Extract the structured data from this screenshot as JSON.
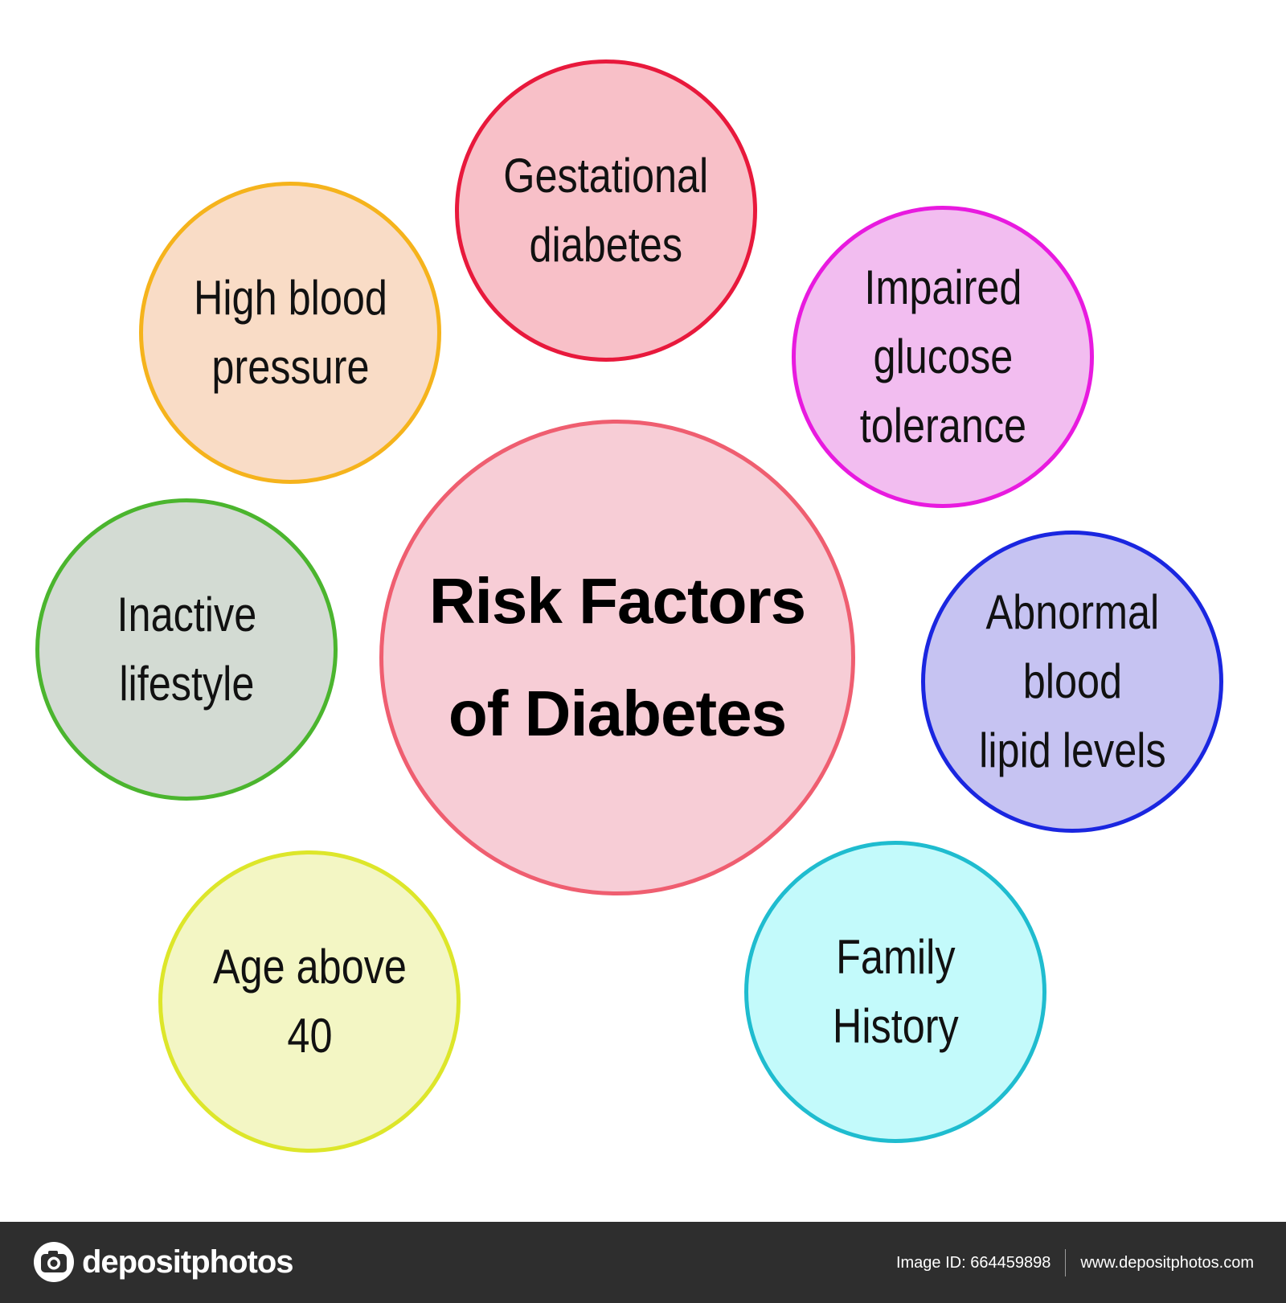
{
  "diagram": {
    "center": {
      "lines": [
        "Risk Factors",
        "of Diabetes"
      ],
      "fill": "#f7cdd6",
      "stroke": "#ef5e70"
    },
    "factors": [
      {
        "id": "gestational",
        "lines": [
          "Gestational",
          "diabetes"
        ],
        "fill": "#f8c0c8",
        "stroke": "#e8193c"
      },
      {
        "id": "high-blood-pressure",
        "lines": [
          "High blood",
          "pressure"
        ],
        "fill": "#f9dcc6",
        "stroke": "#f5b31c"
      },
      {
        "id": "impaired-glucose",
        "lines": [
          "Impaired",
          "glucose",
          "tolerance"
        ],
        "fill": "#f2bdf0",
        "stroke": "#e81adf"
      },
      {
        "id": "inactive-lifestyle",
        "lines": [
          "Inactive",
          "lifestyle"
        ],
        "fill": "#d3dbd3",
        "stroke": "#4bb52e"
      },
      {
        "id": "abnormal-lipids",
        "lines": [
          "Abnormal",
          "blood",
          "lipid levels"
        ],
        "fill": "#c6c3f2",
        "stroke": "#1a26e0"
      },
      {
        "id": "age-above-40",
        "lines": [
          "Age above",
          "40"
        ],
        "fill": "#f3f6c4",
        "stroke": "#dde62a"
      },
      {
        "id": "family-history",
        "lines": [
          "Family",
          "History"
        ],
        "fill": "#c3fafb",
        "stroke": "#1fbccf"
      }
    ]
  },
  "footer": {
    "brand": "depositphotos",
    "image_id": "Image ID: 664459898",
    "website": "www.depositphotos.com",
    "icon": "camera-icon"
  }
}
